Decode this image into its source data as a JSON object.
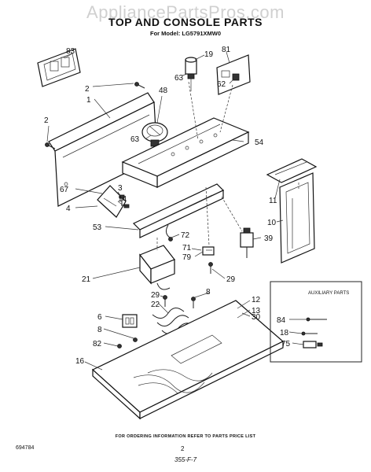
{
  "watermark": "AppliancePartsPros.com",
  "title": "TOP AND CONSOLE PARTS",
  "subtitle": "For Model: LG5791XMW0",
  "auxiliary_label": "AUXILIARY PARTS",
  "footer_note": "FOR ORDERING INFORMATION REFER TO PARTS PRICE LIST",
  "doc_number": "694784",
  "page_number": "2",
  "hand_note": "355-F-7",
  "callouts": {
    "c83": "83",
    "c2a": "2",
    "c1": "1",
    "c48": "48",
    "c2b": "2",
    "c19": "19",
    "c63a": "63",
    "c81": "81",
    "c62": "62",
    "c63b": "63",
    "c54": "54",
    "c67": "67",
    "c3": "3",
    "c14": "14",
    "c4": "4",
    "c11": "11",
    "c10": "10",
    "c53": "53",
    "c72": "72",
    "c39": "39",
    "c71": "71",
    "c79": "79",
    "c21": "21",
    "c29a": "29",
    "c29b": "29",
    "c22": "22",
    "c8a": "8",
    "c6": "6",
    "c8b": "8",
    "c12": "12",
    "c13": "13",
    "c30": "30",
    "c82": "82",
    "c16": "16",
    "c84": "84",
    "c18": "18",
    "c75": "75"
  }
}
